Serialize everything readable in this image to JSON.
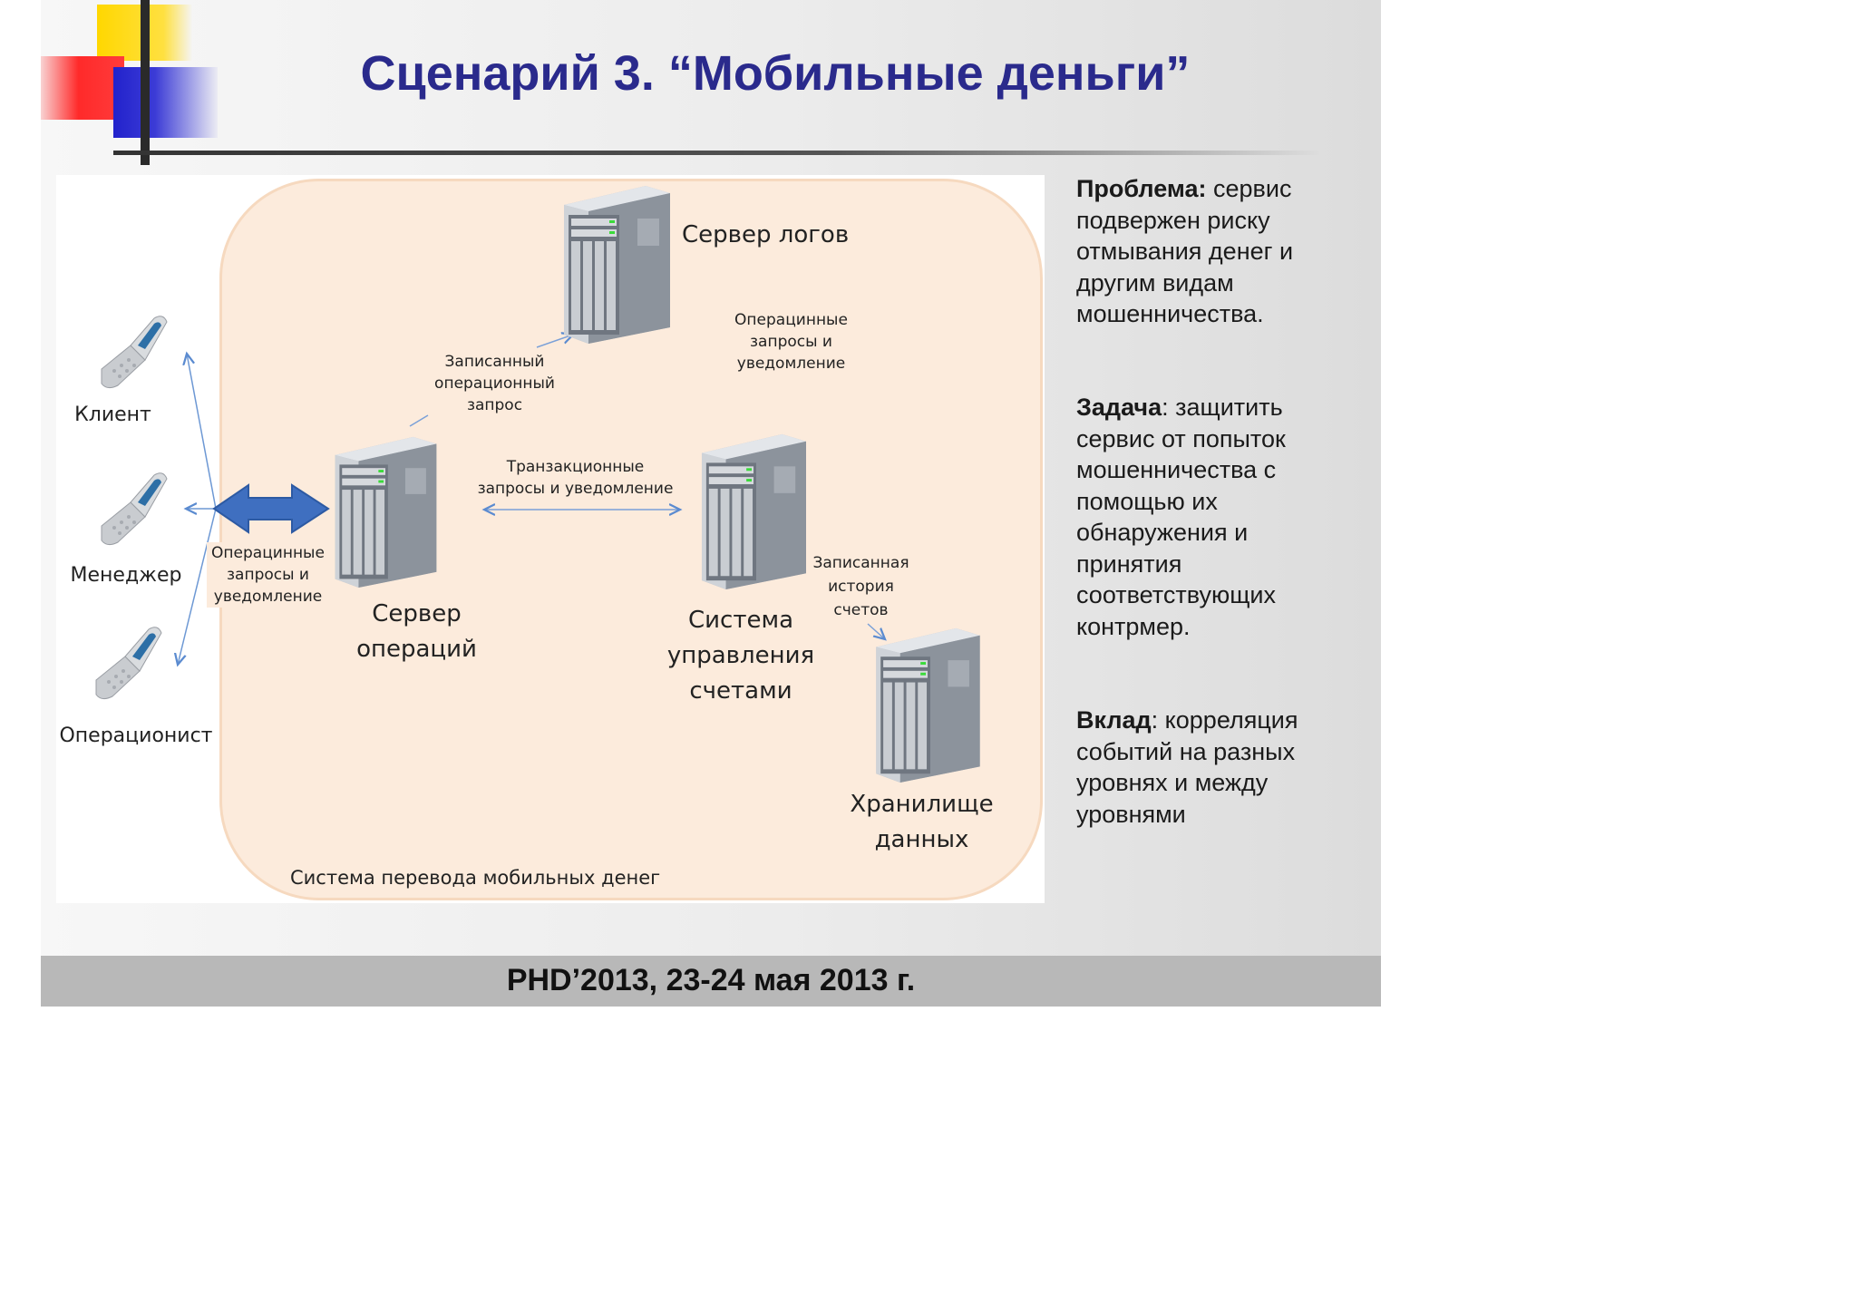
{
  "title": "Сценарий 3. “Мобильные деньги”",
  "diagram": {
    "zone_caption": "Система перевода мобильных денег",
    "nodes": {
      "log_server": "Сервер логов",
      "ops_server": [
        "Сервер",
        "операций"
      ],
      "account_mgmt": [
        "Система",
        "управления",
        "счетами"
      ],
      "storage": [
        "Хранилище",
        "данных"
      ]
    },
    "users": {
      "client": "Клиент",
      "manager": "Менеджер",
      "operator": "Операционист"
    },
    "edges": {
      "recorded_request": [
        "Записанный",
        "операционный",
        "запрос"
      ],
      "ops_requests_top": [
        "Операцинные",
        "запросы и",
        "уведомление"
      ],
      "transactions": [
        "Транзакционные",
        "запросы и уведомление"
      ],
      "ops_requests_left": [
        "Операцинные",
        "запросы и",
        "уведомление"
      ],
      "recorded_history": [
        "Записанная",
        "история",
        "счетов"
      ]
    }
  },
  "right_panel": {
    "problem": {
      "label": "Проблема:",
      "text": " сервис подвержен риску отмывания денег и другим видам мошенничества."
    },
    "task": {
      "label": "Задача",
      "text": ": защитить сервис от попыток мошенничества с помощью их обнаружения и принятия соответствующих контрмер."
    },
    "contribution": {
      "label": "Вклад",
      "text": ": корреляция событий на разных уровнях и между уровнями"
    }
  },
  "footer": "PHD’2013, 23-24 мая 2013 г.",
  "colors": {
    "title": "#2a2a8c",
    "zone_fill": "#fcebdc",
    "arrow_blue": "#4a7ec6",
    "footer_bg": "#b8b8b8"
  }
}
